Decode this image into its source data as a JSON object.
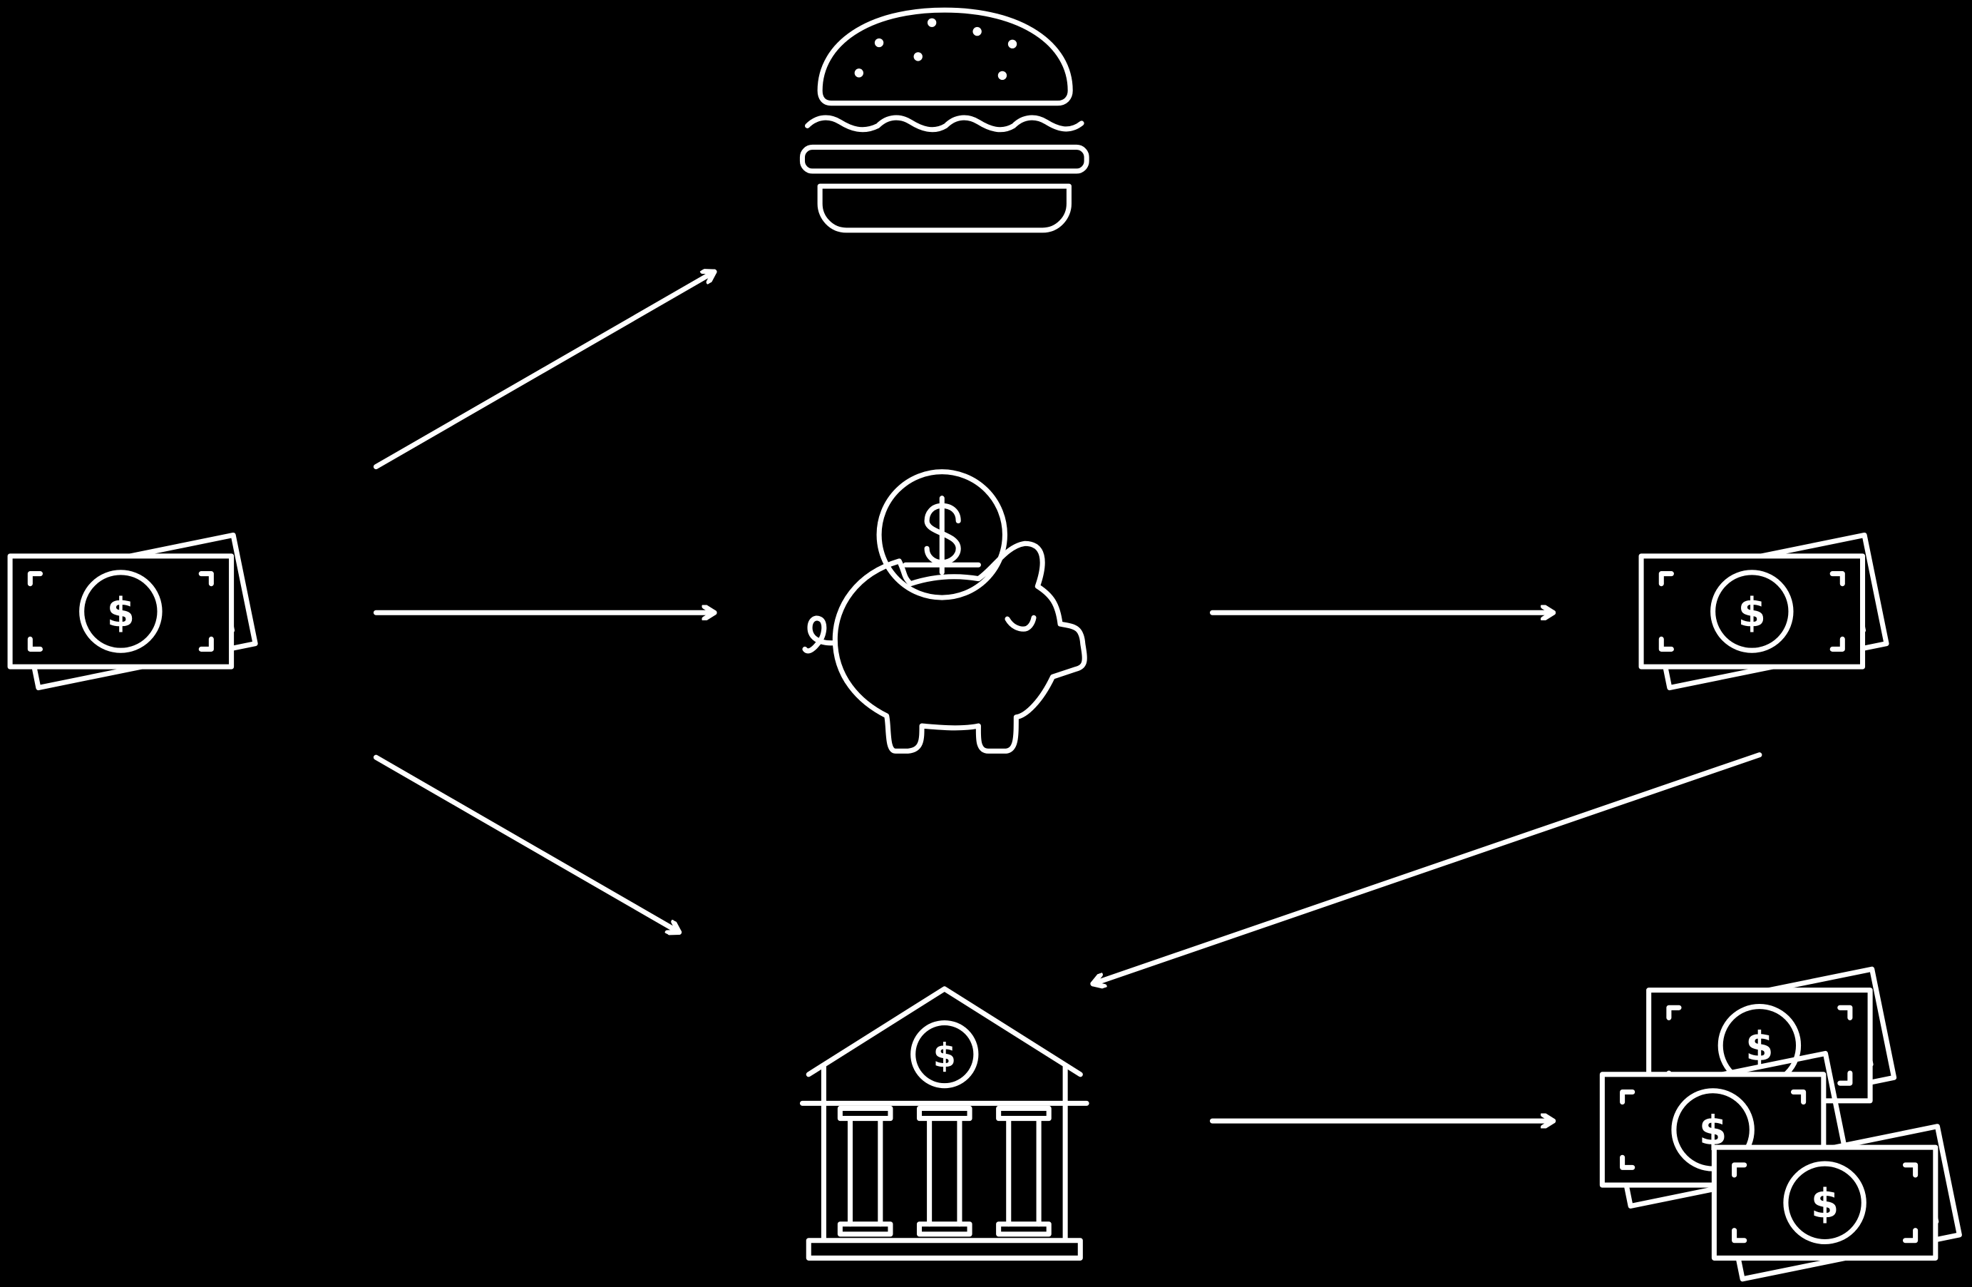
{
  "diagram": {
    "background": "#000000",
    "foreground": "#ffffff",
    "nodes": [
      {
        "id": "cash",
        "icon": "cash-stack-icon"
      },
      {
        "id": "burger",
        "icon": "burger-icon"
      },
      {
        "id": "piggy-bank",
        "icon": "piggy-bank-icon"
      },
      {
        "id": "bank",
        "icon": "bank-building-icon"
      },
      {
        "id": "cash-withdrawn",
        "icon": "cash-stack-icon"
      },
      {
        "id": "cash-pile",
        "icon": "cash-pile-icon"
      }
    ],
    "edges": [
      {
        "from": "cash",
        "to": "burger"
      },
      {
        "from": "cash",
        "to": "piggy-bank"
      },
      {
        "from": "cash",
        "to": "bank"
      },
      {
        "from": "piggy-bank",
        "to": "cash-withdrawn"
      },
      {
        "from": "cash-withdrawn",
        "to": "bank"
      },
      {
        "from": "bank",
        "to": "cash-pile"
      }
    ],
    "currency_symbol": "$"
  }
}
